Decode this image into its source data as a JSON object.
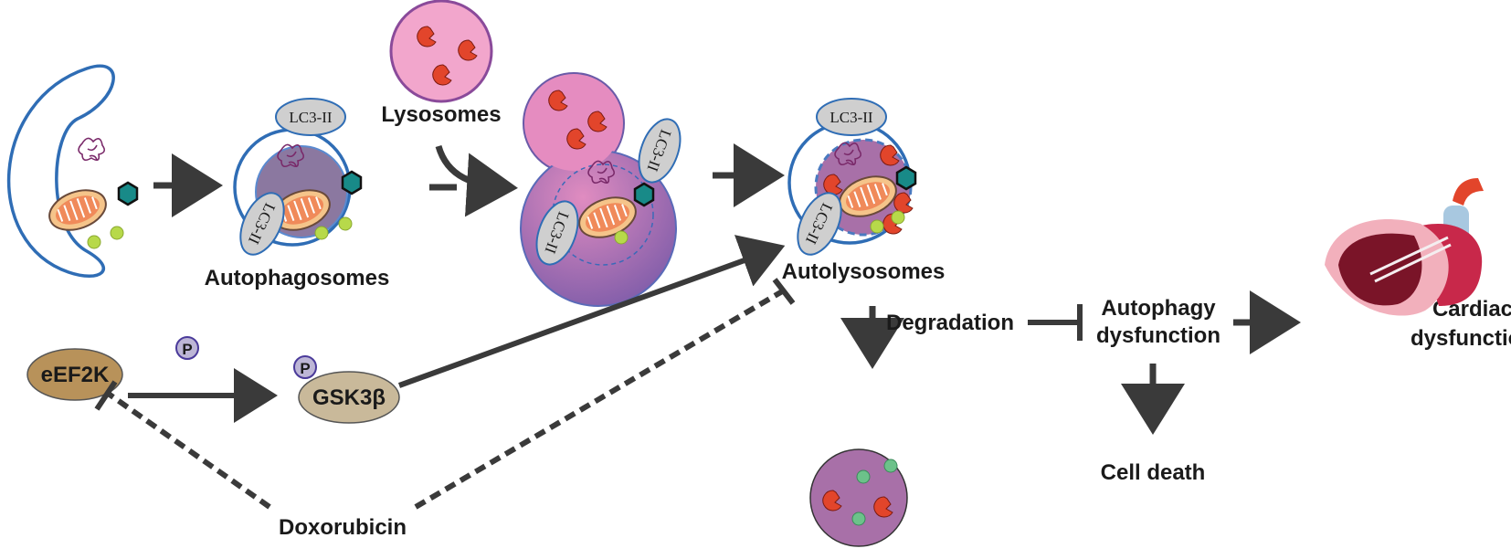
{
  "labels": {
    "lysosomes": "Lysosomes",
    "autophagosomes": "Autophagosomes",
    "autolysosomes": "Autolysosomes",
    "degradation": "Degradation",
    "autophagy_dysfunction_1": "Autophagy",
    "autophagy_dysfunction_2": "dysfunction",
    "cardiac_dysfunction_1": "Cardiac",
    "cardiac_dysfunction_2": "dysfunction",
    "cell_death": "Cell death",
    "eef2k": "eEF2K",
    "gsk3b": "GSK3β",
    "phospho": "P",
    "doxorubicin": "Doxorubicin",
    "lc3": "LC3-II"
  },
  "colors": {
    "membrane": "#2f6db5",
    "arrow": "#3a3a3a",
    "lysosome_fill": "#f2a6cc",
    "vesicle_purple": "#8e6fa0",
    "eef2k_fill": "#b8925a",
    "gsk3b_fill": "#c9b99a",
    "lysosome_enzyme": "#e2452b"
  }
}
